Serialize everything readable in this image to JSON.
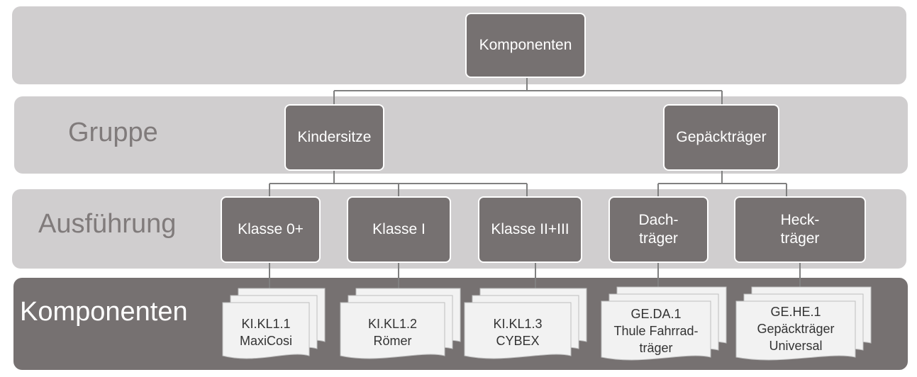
{
  "rows": {
    "gruppe": "Gruppe",
    "ausfuehrung": "Ausführung",
    "komponenten": "Komponenten"
  },
  "root": "Komponenten",
  "groups": {
    "kindersitze": "Kindersitze",
    "gepaecktraeger": "Gepäckträger"
  },
  "variants": {
    "klasse0": "Klasse 0+",
    "klasse1": "Klasse I",
    "klasse23": "Klasse II+III",
    "dach": "Dach-\nträger",
    "heck": "Heck-\nträger"
  },
  "components": {
    "kl1": "KI.KL1.1\nMaxiCosi",
    "kl2": "KI.KL1.2\nRömer",
    "kl3": "KI.KL1.3\nCYBEX",
    "da1": "GE.DA.1\nThule Fahrrad-\nträger",
    "he1": "GE.HE.1\nGepäckträger\nUniversal"
  },
  "colors": {
    "band_light": "#d0cecf",
    "band_dark": "#767171",
    "box": "#767171",
    "connector": "#808080",
    "document": "#f2f2f2"
  }
}
